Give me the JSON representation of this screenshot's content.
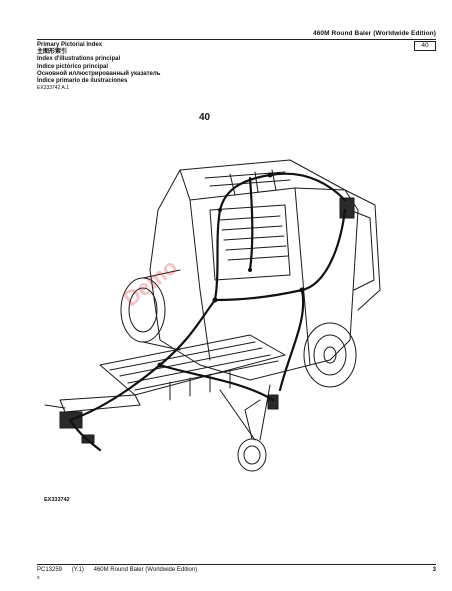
{
  "header": {
    "title": "460M Round Baler (Worldwide Edition)",
    "section_box": "40"
  },
  "index_titles": [
    "Primary Pictorial Index",
    "主图形索引",
    "Index d'illustrations principal",
    "Indice pictórico principal",
    "Основной иллюстрированный указатель",
    "Índice primario de ilustraciones"
  ],
  "reference_code": "EX333742 A.1",
  "section_number": "40",
  "figure_reference": "EX333742",
  "watermark": "Demo",
  "footer": {
    "doc_code": "PC13259",
    "revision": "(Y.1)",
    "title": "460M Round Baler (Worldwide Edition)",
    "sub": "0",
    "page_number": "3"
  },
  "colors": {
    "harness_red": "#c0392b",
    "line": "#1a1a1a",
    "watermark": "#dc2828"
  }
}
